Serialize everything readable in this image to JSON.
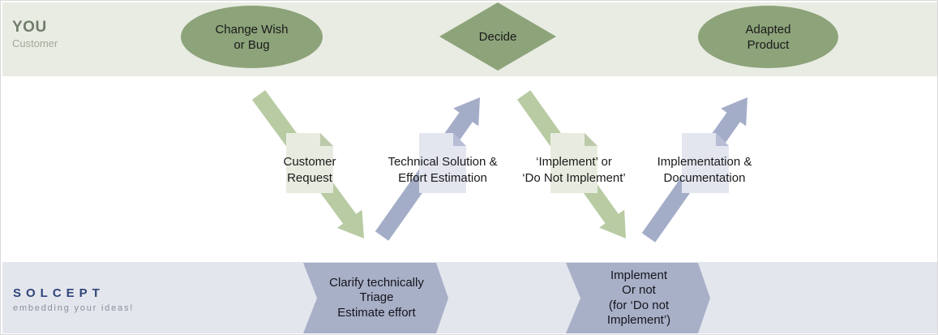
{
  "colors": {
    "lane_customer_bg": "#e9ece3",
    "lane_company_bg": "#e4e6ee",
    "shape_green": "#8da37a",
    "arrow_green": "#b8cba3",
    "arrow_blue": "#a4adc8",
    "chevron_blue": "#a8b0c7",
    "doc_green": "#e8ece0",
    "doc_green_fold": "#bcc9aa",
    "doc_blue": "#e3e6ef",
    "doc_blue_fold": "#b6bdd5",
    "logo_blue": "#2f4579",
    "text_dark": "#1a1a1a",
    "lane_title": "#717d6b",
    "lane_subtitle": "#a0a99b",
    "tagline_gray": "#8b8f99"
  },
  "customer_lane": {
    "title": "YOU",
    "subtitle": "Customer"
  },
  "company_lane": {
    "logo": "SOLCEPT",
    "tagline": "embedding your ideas!"
  },
  "nodes": {
    "change_wish": {
      "line1": "Change Wish",
      "line2": "or Bug"
    },
    "decide": {
      "label": "Decide"
    },
    "adapted_product": {
      "line1": "Adapted",
      "line2": "Product"
    }
  },
  "documents": [
    {
      "line1": "Customer",
      "line2": "Request"
    },
    {
      "line1": "Technical Solution &",
      "line2": "Effort Estimation"
    },
    {
      "line1": "‘Implement’ or",
      "line2": "‘Do Not Implement’"
    },
    {
      "line1": "Implementation &",
      "line2": "Documentation"
    }
  ],
  "processes": [
    {
      "line1": "Clarify technically",
      "line2": "Triage",
      "line3": "Estimate effort"
    },
    {
      "line1": "Implement",
      "line2": "Or not",
      "line3": "(for ‘Do not",
      "line4": "Implement’)"
    }
  ]
}
